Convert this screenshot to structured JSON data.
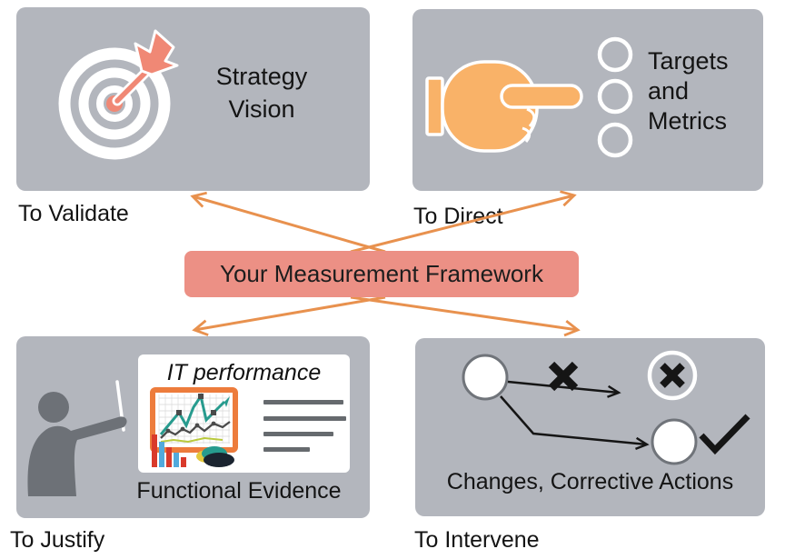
{
  "center": {
    "label": "Your Measurement Framework"
  },
  "quadrants": {
    "top_left": {
      "tag": "To Validate",
      "title_lines": [
        "Strategy",
        "Vision"
      ],
      "icon": "target-dart-icon"
    },
    "top_right": {
      "tag": "To Direct",
      "title_lines": [
        "Targets",
        "and",
        "Metrics"
      ],
      "icon": "pointing-hand-icon",
      "bullet_count": 3
    },
    "bottom_left": {
      "tag": "To Justify",
      "caption": "Functional Evidence",
      "card_title": "IT performance",
      "icon": "presenter-icon"
    },
    "bottom_right": {
      "tag": "To Intervene",
      "caption": "Changes, Corrective Actions",
      "icons": [
        "x-mark-icon",
        "check-mark-icon"
      ]
    }
  },
  "colors": {
    "box_gray": "#b3b6bd",
    "salmon": "#ec9085",
    "arrow_orange": "#e8914e",
    "hand_orange": "#f9b268",
    "figure_gray": "#6d7177",
    "chart_frame_orange": "#ed7c3c",
    "text": "#141414"
  }
}
